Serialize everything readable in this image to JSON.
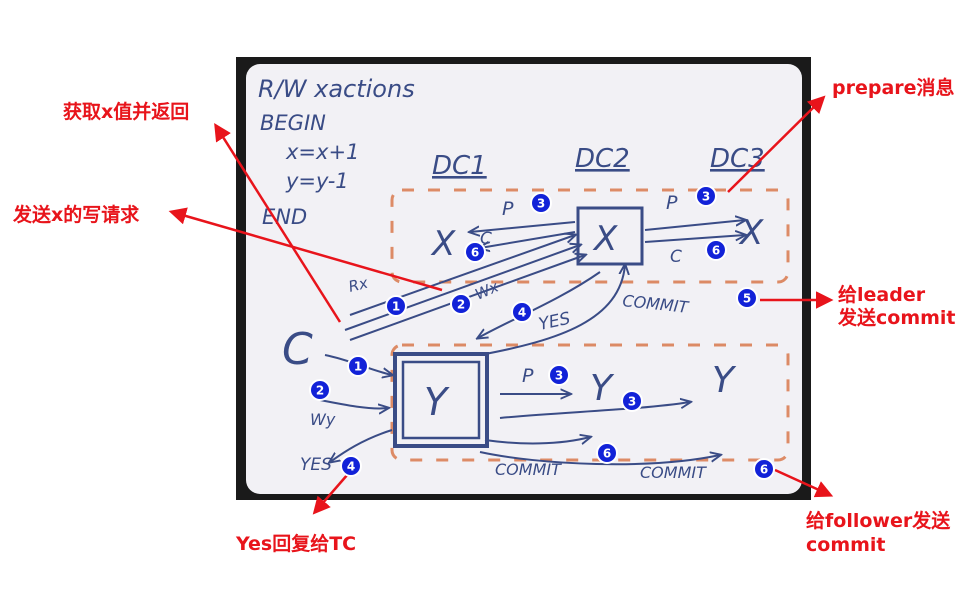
{
  "colors": {
    "board": "#f2f1f5",
    "frame": "#1a1a1a",
    "ink": "#3a4c86",
    "dash": "#d9794c",
    "arrow": "#e8141b",
    "badge": "#1222d8"
  },
  "whiteboard": {
    "header_line1": "R/W xactions",
    "header_line2": "BEGIN",
    "header_line3": "x=x+1",
    "header_line4": "y=y-1",
    "header_line5": "END",
    "dc1": "DC1",
    "dc2": "DC2",
    "dc3": "DC3",
    "x_dc1": "X",
    "x_dc2": "X",
    "x_dc3": "X",
    "y_dc1": "Y",
    "y_dc2": "Y",
    "y_dc3": "Y",
    "client": "C",
    "rx": "Rx",
    "wx": "Wx",
    "wy": "Wy",
    "yes_top": "YES",
    "yes_left": "YES",
    "p_top1": "P",
    "p_top2": "P",
    "p_mid": "P",
    "c_top1": "C",
    "c_top2": "C",
    "commit_top": "COMMIT",
    "commit_mid": "COMMIT",
    "commit_right": "COMMIT"
  },
  "callouts": {
    "get_x": "获取x值并返回",
    "send_write_x": "发送x的写请求",
    "prepare": "prepare消息",
    "leader_commit_line1": "给leader",
    "leader_commit_line2": "发送commit",
    "yes_reply": "Yes回复给TC",
    "follower_commit_line1": "给follower发送",
    "follower_commit_line2": "commit"
  },
  "badges": {
    "b1_top": "1",
    "b2_top": "2",
    "b3_dc2": "3",
    "b6_dc1": "6",
    "b4_yes": "4",
    "b3_dc3": "3",
    "b6_dc3": "6",
    "b5_commit": "5",
    "b1_left": "1",
    "b2_left": "2",
    "b3_p": "3",
    "b3_y": "3",
    "b6_commit": "6",
    "b4_left": "4",
    "b6_right": "6"
  }
}
